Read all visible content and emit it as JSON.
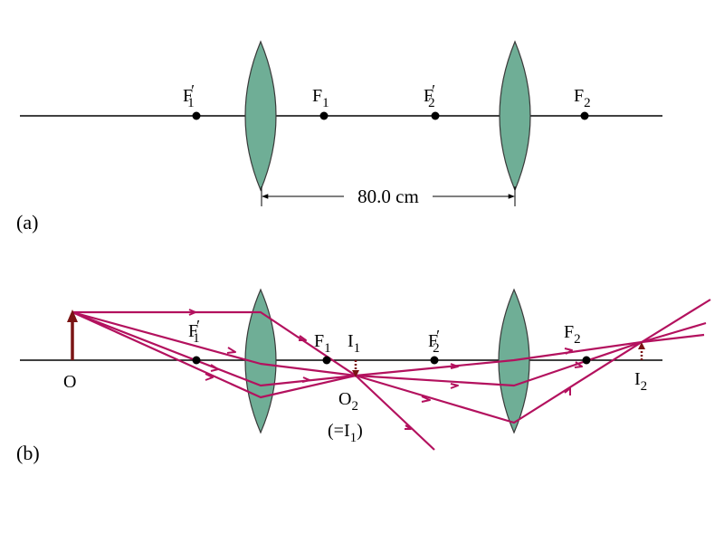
{
  "colors": {
    "lens_fill": "#6fae96",
    "lens_stroke": "#3a3a3a",
    "axis": "#000000",
    "ray": "#b3115e",
    "object_arrow": "#7a1414",
    "image_arrow": "#7a1414"
  },
  "part_a": {
    "panel_label": "(a)",
    "points": [
      {
        "letter": "F",
        "prime": "′",
        "sub": "1"
      },
      {
        "letter": "F",
        "prime": "",
        "sub": "1"
      },
      {
        "letter": "F",
        "prime": "′",
        "sub": "2"
      },
      {
        "letter": "F",
        "prime": "",
        "sub": "2"
      }
    ],
    "separation_label": "80.0 cm"
  },
  "part_b": {
    "panel_label": "(b)",
    "object_label": "O",
    "points": [
      {
        "letter": "F",
        "prime": "′",
        "sub": "1"
      },
      {
        "letter": "F",
        "prime": "",
        "sub": "1"
      },
      {
        "letter": "F",
        "prime": "′",
        "sub": "2"
      },
      {
        "letter": "F",
        "prime": "",
        "sub": "2"
      }
    ],
    "image1": {
      "letter": "I",
      "sub": "1"
    },
    "object2": {
      "letter": "O",
      "sub": "2"
    },
    "object2_note": {
      "prefix": "(=I",
      "sub": "1",
      "suffix": ")"
    },
    "image2": {
      "letter": "I",
      "sub": "2"
    }
  }
}
